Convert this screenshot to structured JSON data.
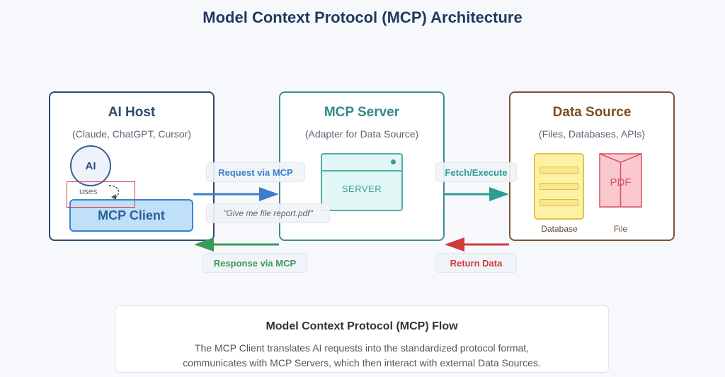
{
  "title": "Model Context Protocol (MCP) Architecture",
  "host": {
    "title": "AI Host",
    "subtitle": "(Claude, ChatGPT, Cursor)",
    "ai_label": "AI",
    "uses_label": "uses",
    "client_label": "MCP Client"
  },
  "server": {
    "title": "MCP Server",
    "subtitle": "(Adapter for Data Source)",
    "icon_label": "SERVER"
  },
  "source": {
    "title": "Data Source",
    "subtitle": "(Files, Databases, APIs)",
    "database_label": "Database",
    "file_label": "File",
    "pdf_text": "PDF"
  },
  "flows": {
    "request": "Request via MCP",
    "message": "\"Give me file report.pdf\"",
    "response": "Response via MCP",
    "fetch": "Fetch/Execute",
    "return": "Return Data"
  },
  "colors": {
    "host": "#2e4a70",
    "server": "#3a918b",
    "source": "#7a5530",
    "request": "#3b7fca",
    "response": "#3a9a5a",
    "fetch": "#2e9c94",
    "return": "#d03a3a",
    "highlight": "#d93a3a"
  },
  "footer": {
    "title": "Model Context Protocol (MCP) Flow",
    "line1": "The MCP Client translates AI requests into the standardized protocol format,",
    "line2": "communicates with MCP Servers, which then interact with external Data Sources."
  }
}
